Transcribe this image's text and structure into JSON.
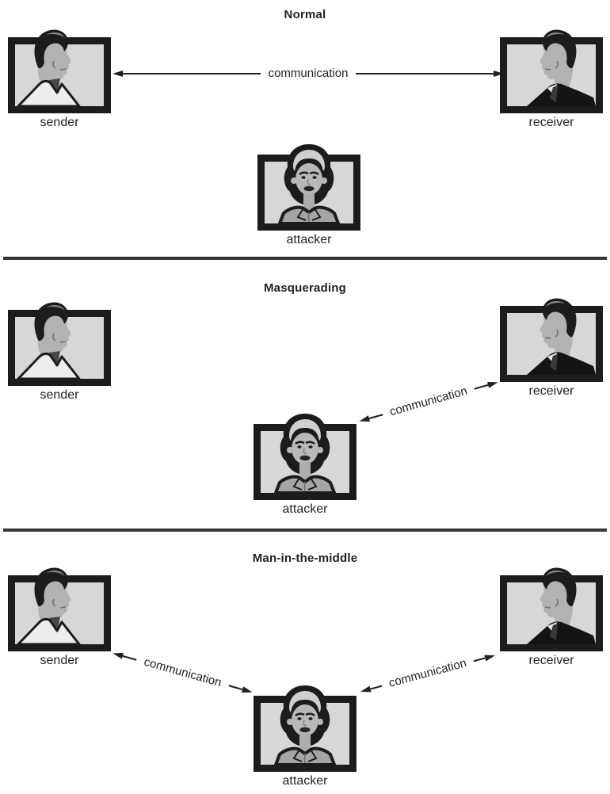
{
  "figure": {
    "description": "Three-panel security diagram comparing normal communication, masquerading, and man-in-the-middle attacks",
    "labels": {
      "communication": "communication",
      "sender": "sender",
      "receiver": "receiver",
      "attacker": "attacker"
    },
    "sections": [
      {
        "title": "Normal",
        "actors": {
          "sender": "sender",
          "receiver": "receiver",
          "attacker": "attacker"
        },
        "arrows": [
          {
            "label": "communication",
            "from": "sender",
            "to": "receiver",
            "bidirectional": true
          }
        ]
      },
      {
        "title": "Masquerading",
        "actors": {
          "sender": "sender",
          "receiver": "receiver",
          "attacker": "attacker"
        },
        "arrows": [
          {
            "label": "communication",
            "from": "attacker",
            "to": "receiver",
            "bidirectional": true
          }
        ]
      },
      {
        "title": "Man-in-the-middle",
        "actors": {
          "sender": "sender",
          "receiver": "receiver",
          "attacker": "attacker"
        },
        "arrows": [
          {
            "label": "communication",
            "from": "sender",
            "to": "attacker",
            "bidirectional": true
          },
          {
            "label": "communication",
            "from": "attacker",
            "to": "receiver",
            "bidirectional": true
          }
        ]
      }
    ],
    "colors": {
      "frame": "#1c1c1c",
      "frame_background": "#d7d7d7",
      "line": "#231f20",
      "divider": "#3d3d3d",
      "page_background": "#ffffff"
    }
  }
}
